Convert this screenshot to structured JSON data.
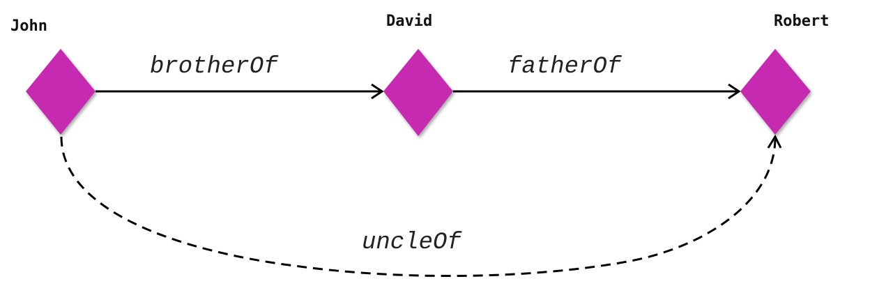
{
  "diagram": {
    "nodes": [
      {
        "id": "john",
        "label": "John"
      },
      {
        "id": "david",
        "label": "David"
      },
      {
        "id": "robert",
        "label": "Robert"
      }
    ],
    "edges": [
      {
        "from": "john",
        "to": "david",
        "label": "brotherOf",
        "style": "solid"
      },
      {
        "from": "david",
        "to": "robert",
        "label": "fatherOf",
        "style": "solid"
      },
      {
        "from": "john",
        "to": "robert",
        "label": "uncleOf",
        "style": "dashed"
      }
    ],
    "colors": {
      "node_fill": "#c52bb0",
      "edge": "#000000",
      "text": "#111111"
    }
  }
}
